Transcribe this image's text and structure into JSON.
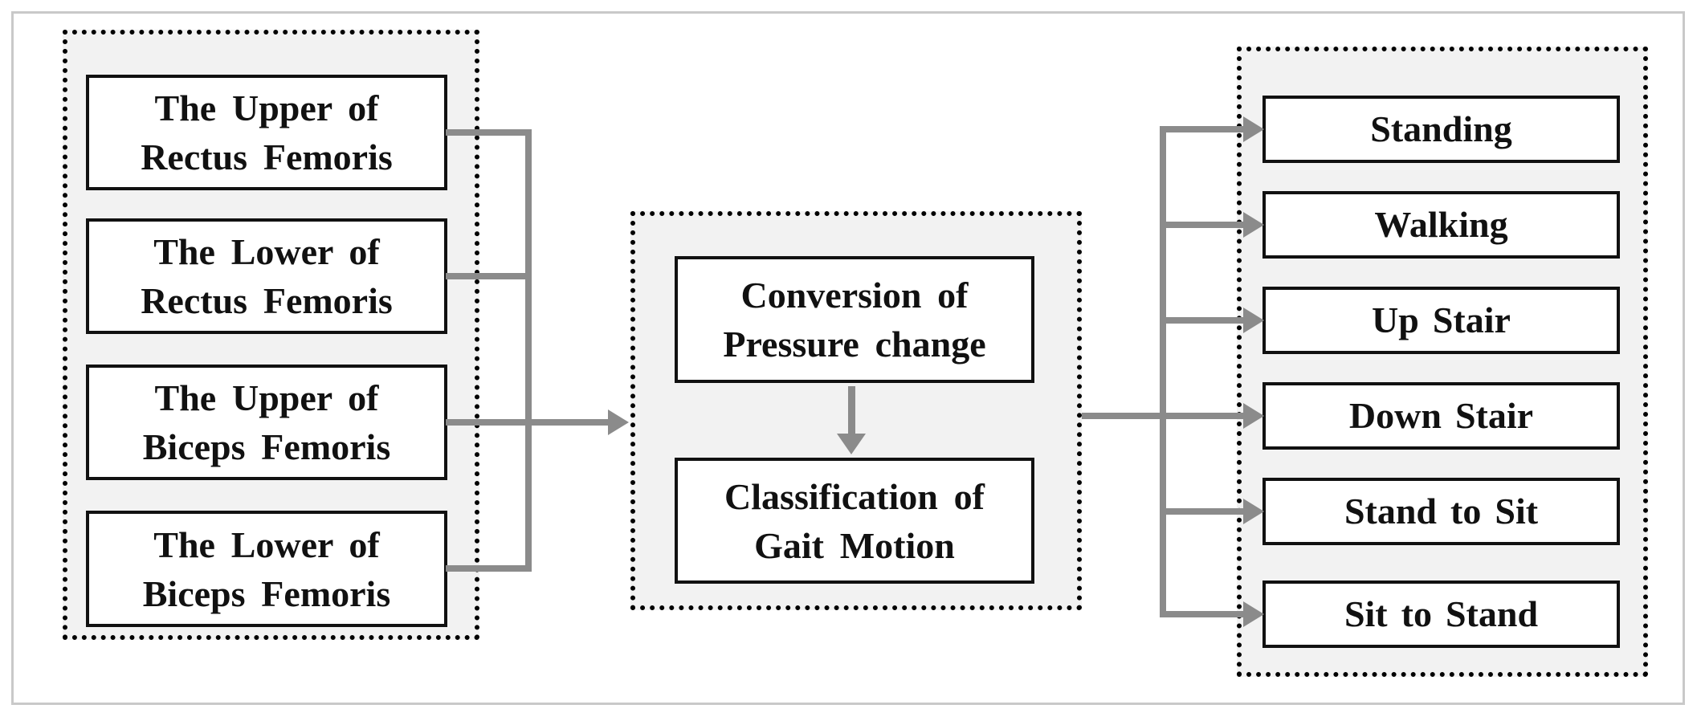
{
  "style": {
    "connector_color": "#8b8b8b",
    "panel_fill": "#f2f2f2",
    "node_border_color": "#111111",
    "frame_color": "#c9c9c9",
    "text_color": "#111111"
  },
  "diagram": {
    "sensor_panel": {
      "items": [
        {
          "label": "The Upper of\nRectus Femoris"
        },
        {
          "label": "The Lower of\nRectus Femoris"
        },
        {
          "label": "The Upper of\nBiceps Femoris"
        },
        {
          "label": "The Lower of\nBiceps Femoris"
        }
      ]
    },
    "processing_panel": {
      "items": [
        {
          "label": "Conversion of\nPressure change"
        },
        {
          "label": "Classification of\nGait Motion"
        }
      ]
    },
    "motion_panel": {
      "items": [
        {
          "label": "Standing"
        },
        {
          "label": "Walking"
        },
        {
          "label": "Up Stair"
        },
        {
          "label": "Down Stair"
        },
        {
          "label": "Stand to Sit"
        },
        {
          "label": "Sit to Stand"
        }
      ]
    }
  }
}
